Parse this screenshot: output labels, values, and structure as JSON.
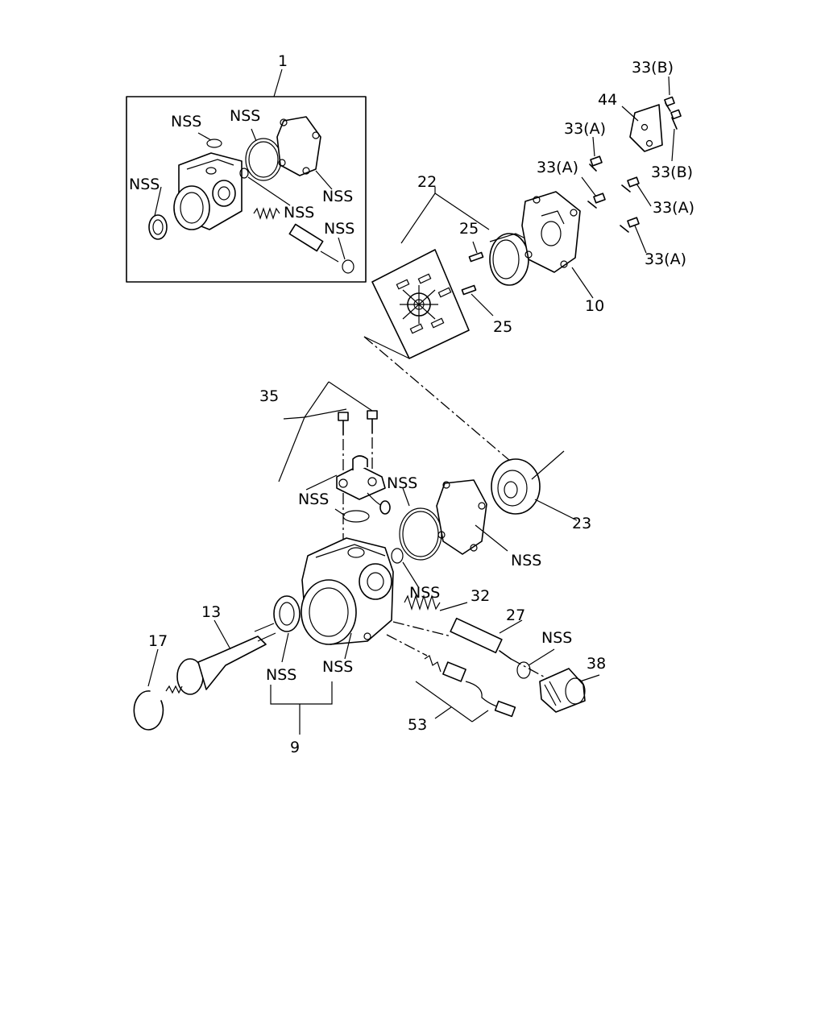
{
  "callouts": {
    "c1": "1",
    "c22": "22",
    "c25_top": "25",
    "c25_bot": "25",
    "c10": "10",
    "c44": "44",
    "c33b_top": "33(B)",
    "c33b_bot": "33(B)",
    "c33a_1": "33(A)",
    "c33a_2": "33(A)",
    "c33a_3": "33(A)",
    "c33a_4": "33(A)",
    "c35": "35",
    "c23": "23",
    "c32": "32",
    "c27": "27",
    "c38": "38",
    "c13": "13",
    "c17": "17",
    "c9": "9",
    "c53": "53"
  },
  "nss_label": "NSS"
}
